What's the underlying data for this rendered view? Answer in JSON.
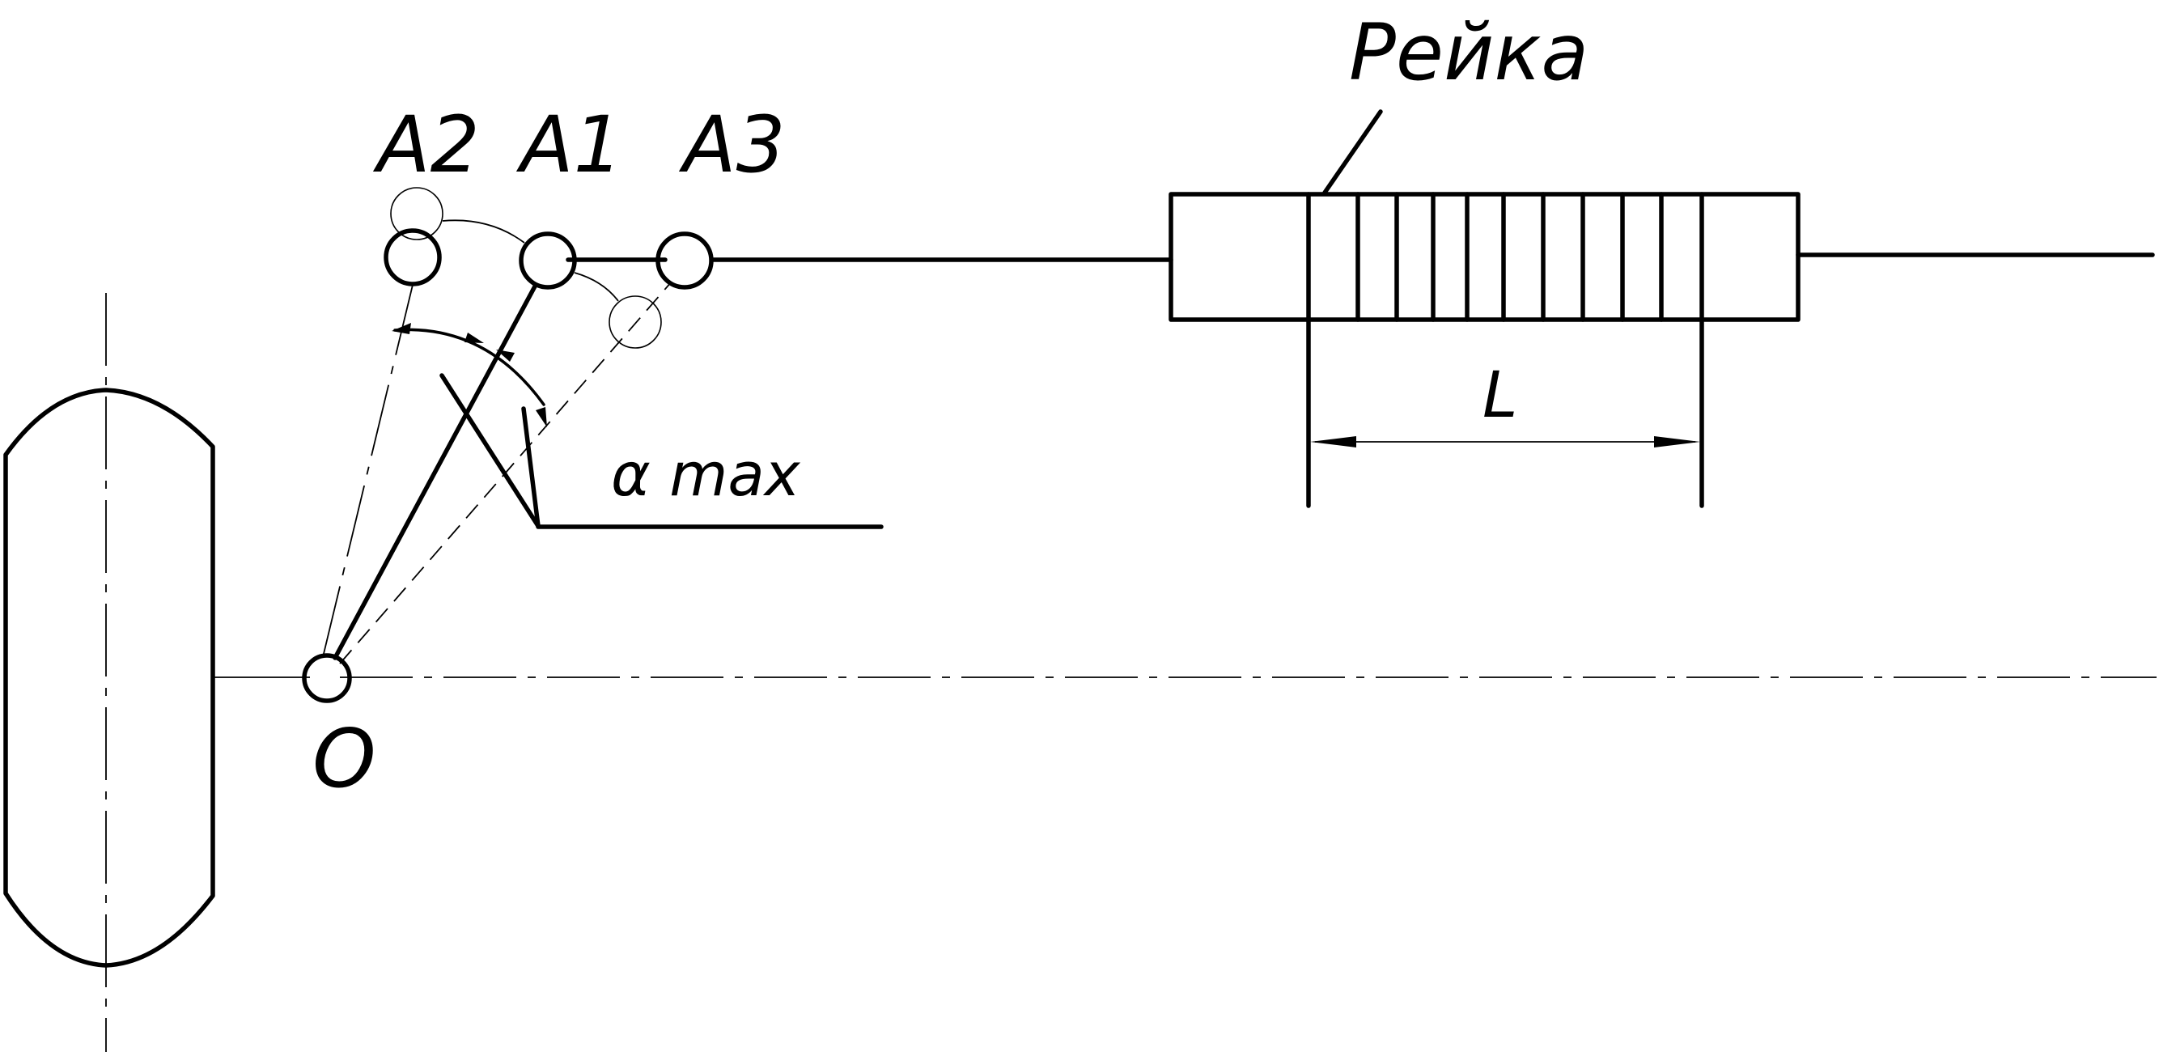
{
  "labels": {
    "pivot": "O",
    "position_center": "A1",
    "position_left": "A2",
    "position_right": "A3",
    "rack": "Рейка",
    "rack_travel": "L",
    "max_angle": "α max"
  },
  "icons": {
    "wheel": "wheel-outline-icon",
    "joint": "circle-joint-icon"
  }
}
